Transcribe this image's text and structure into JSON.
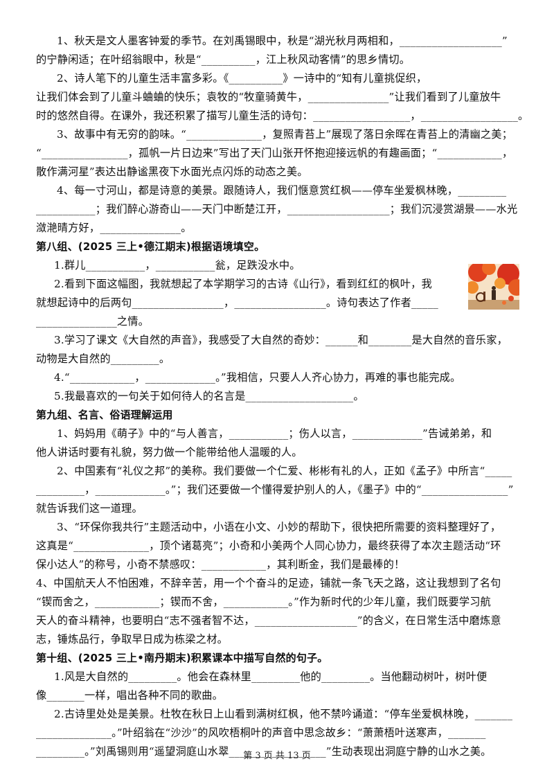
{
  "lines": [
    {
      "cls": "line ind",
      "text": "1、秋天是文人墨客钟爱的季节。在刘禹锡眼中，秋是“湖光秋月两相和，___________________”"
    },
    {
      "cls": "line",
      "text": "的宁静闲适；在叶绍翁眼中，秋是“__________，江上秋风动客情”的思乡情切。"
    },
    {
      "cls": "line ind",
      "text": "2、诗人笔下的儿童生活丰富多彩。《__________》一诗中的“知有儿童挑促织，"
    },
    {
      "cls": "line",
      "text": "让我们体会到了儿童斗蛐蛐的快乐；袁牧的“牧童骑黄牛，_______________”让我们看到了儿童放牛"
    },
    {
      "cls": "line",
      "text": "时的悠然自得。在课外，我还积累了描写儿童生活的诗句：__________________，__________________。"
    },
    {
      "cls": "line ind",
      "text": "3、故事中有无穷的韵味。“______________，复照青苔上”展现了落日余晖在青苔上的清幽之美；"
    },
    {
      "cls": "line",
      "text": "“________________，孤帆一片日边来”写出了天门山张开怀抱迎接远帆的有趣画面；“____________，"
    },
    {
      "cls": "line",
      "text": "散作满河星”表达出静谧黑夜下水面光点闪烁的动态之美。"
    },
    {
      "cls": "line ind",
      "text": "4、每一寸河山，都是诗意的美景。跟随诗人，我们惬意赏红枫——停车坐爱枫林晚，_________"
    },
    {
      "cls": "line",
      "text": "___________；我们醉心游奇山——天门中断楚江开，___________________；我们沉浸赏湖景——水光"
    },
    {
      "cls": "line",
      "text": "潋滟晴方好，_______________。"
    },
    {
      "cls": "line hdr",
      "text": "第八组、(2025 三上•德江期末)根据语境填空。"
    },
    {
      "cls": "line ind2",
      "text": "1.群儿___________，___________瓮，足跌没水中。"
    },
    {
      "cls": "line ind2",
      "text": "2.看到下面这幅图，我就想起了本学期学习的古诗《山行》，看到红红的枫叶，我"
    },
    {
      "cls": "line",
      "text": "就想起诗中的后两句_________________，_________________。诗句表达了作者_____"
    },
    {
      "cls": "line",
      "text": "_______________之情。"
    },
    {
      "cls": "line ind2",
      "text": "3.学习了课文《大自然的声音》，我感受了大自然的奇妙：______和________是大自然的音乐家，"
    },
    {
      "cls": "line",
      "text": "动物是大自然的_________。"
    },
    {
      "cls": "line ind2",
      "text": "4.“____________，_____________。”我相信，只要人人齐心协力，再难的事也能完成。"
    },
    {
      "cls": "line ind2",
      "text": "5.我最喜欢的一句关于如何待人的名言是____________________。"
    },
    {
      "cls": "line hdr",
      "text": "第九组、名言、俗语理解运用"
    },
    {
      "cls": "line ind",
      "text": "1、妈妈用《萌子》中的“与人善言，___________；伤人以言，_____________”告诫弟弟，和"
    },
    {
      "cls": "line",
      "text": "他人讲话时要有礼貌，努力做一个能带给他人温暖的人。"
    },
    {
      "cls": "line ind",
      "text": "2、中国素有“礼仪之邦”的美称。我们要做一个仁爱、彬彬有礼的人，正如《孟子》中所言“_____"
    },
    {
      "cls": "line",
      "text": "_________，_____________。”；我们还要做一个懂得爱护别人的人，《墨子》中的“________________”"
    },
    {
      "cls": "line",
      "text": "就告诉我们这一道理。"
    },
    {
      "cls": "line ind",
      "text": "3、“环保你我共行”主题活动中，小语在小文、小妙的帮助下，很快把所需要的资料整理好了，"
    },
    {
      "cls": "line",
      "text": "这真是“______________，顶个诸葛亮”；小奇和小美两个人同心协力，最终获得了本次主题活动“环"
    },
    {
      "cls": "line",
      "text": "保小达人”的称号，小奇不禁感叹：____________，其利断金，我们是最棒的！"
    },
    {
      "cls": "line",
      "text": "4、中国航天人不怕困难，不辞辛苦，用一个个奋斗的足迹，铺就一条飞天之路，这让我想到了名句"
    },
    {
      "cls": "line",
      "text": "“锲而舍之，____________；锲而不舍，____________。”作为新时代的少年儿童，我们既要学习航"
    },
    {
      "cls": "line",
      "text": "天人的奋斗精神，也要明白“志不强者智不达，___________________”的含义，在日常生活中磨炼意"
    },
    {
      "cls": "line",
      "text": "志，锤炼品行，争取早日成为栋梁之材。"
    },
    {
      "cls": "line hdr",
      "text": "第十组、(2025 三上•南丹期末)积累课本中描写自然的句子。"
    },
    {
      "cls": "line ind2",
      "text": "1.风是大自然的_________。他会在森林里_________他的_________。当他翻动树叶，树叶便"
    },
    {
      "cls": "line",
      "text": "像_______一样，唱出各种不同的歌曲。"
    },
    {
      "cls": "line ind2",
      "text": "2.古诗里处处是美景。杜牧在秋日上山看到满树红枫，他不禁吟诵道：“停车坐爱枫林晚，_______"
    },
    {
      "cls": "line",
      "text": "______________。”叶绍翁在“沙沙”的风吹梧桐叶的声音中思念故乡：“萧萧梧叶送寒声，_______"
    },
    {
      "cls": "line",
      "text": "_________。”刘禹锡则用“遥望洞庭山水翠__________________”生动表现出洞庭宁静的山水之美。"
    }
  ],
  "footer": {
    "page_text": "第 3 页 共 13 页"
  }
}
